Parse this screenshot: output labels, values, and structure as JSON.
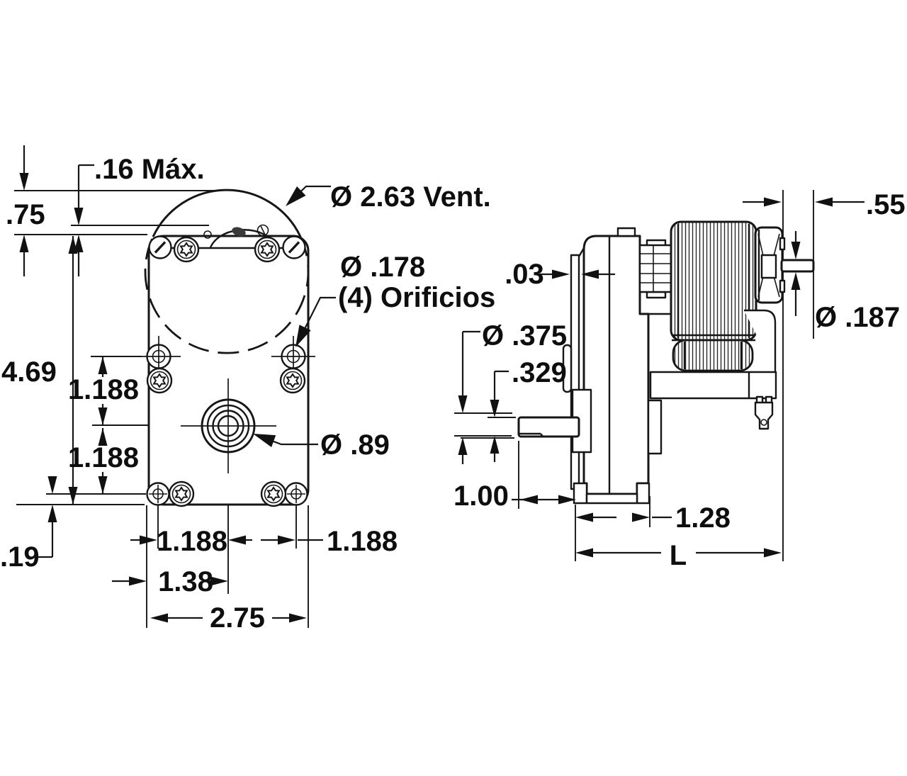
{
  "front_view": {
    "hub_protrusion": ".16 Máx.",
    "vent_offset": ".75",
    "vent_diameter": "Ø 2.63 Vent.",
    "mount_hole_dia": "Ø .178",
    "mount_hole_count": "(4) Orificios",
    "body_height": "4.69",
    "upper_hole_spacing": "1.188",
    "lower_hole_spacing": "1.188",
    "output_hub_dia": "Ø .89",
    "bottom_hole_offset": ".19",
    "bottom_left_spacing": "1.188",
    "bottom_right_spacing": "1.188",
    "center_to_edge": "1.38",
    "body_width": "2.75"
  },
  "side_view": {
    "plate_thickness": ".03",
    "rear_shaft_length": ".55",
    "rear_shaft_dia": "Ø .187",
    "output_shaft_dia": "Ø .375",
    "shaft_flat": ".329",
    "output_shaft_length": "1.00",
    "gearbox_depth": "1.28",
    "overall_length": "L"
  }
}
